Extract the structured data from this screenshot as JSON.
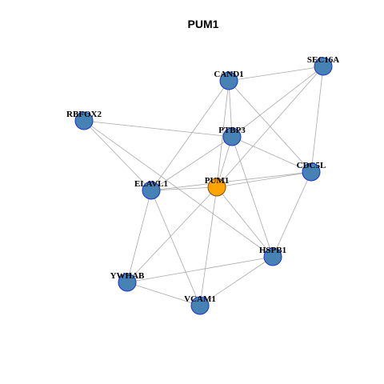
{
  "title": "PUM1",
  "colors": {
    "background": "#ffffff",
    "edge": "#a9a9a9",
    "node_default": "#4682b4",
    "node_center": "#ffa500",
    "node_border_default": "#1c2fd1",
    "node_border_center": "#8b4513",
    "label": "#000000"
  },
  "nodes": [
    {
      "id": "PUM1",
      "label": "PUM1",
      "center": true
    },
    {
      "id": "CAND1",
      "label": "CAND1",
      "center": false
    },
    {
      "id": "SEC16A",
      "label": "SEC16A",
      "center": false
    },
    {
      "id": "RBFOX2",
      "label": "RBFOX2",
      "center": false
    },
    {
      "id": "PTBP3",
      "label": "PTBP3",
      "center": false
    },
    {
      "id": "CDC5L",
      "label": "CDC5L",
      "center": false
    },
    {
      "id": "ELAVL1",
      "label": "ELAVL1",
      "center": false
    },
    {
      "id": "HSPB1",
      "label": "HSPB1",
      "center": false
    },
    {
      "id": "YWHAB",
      "label": "YWHAB",
      "center": false
    },
    {
      "id": "VCAM1",
      "label": "VCAM1",
      "center": false
    }
  ],
  "edges": [
    [
      "CAND1",
      "SEC16A"
    ],
    [
      "CAND1",
      "PTBP3"
    ],
    [
      "CAND1",
      "PUM1"
    ],
    [
      "CAND1",
      "ELAVL1"
    ],
    [
      "CAND1",
      "CDC5L"
    ],
    [
      "SEC16A",
      "PTBP3"
    ],
    [
      "SEC16A",
      "PUM1"
    ],
    [
      "SEC16A",
      "CDC5L"
    ],
    [
      "RBFOX2",
      "PTBP3"
    ],
    [
      "RBFOX2",
      "ELAVL1"
    ],
    [
      "RBFOX2",
      "HSPB1"
    ],
    [
      "PTBP3",
      "ELAVL1"
    ],
    [
      "PTBP3",
      "PUM1"
    ],
    [
      "PTBP3",
      "CDC5L"
    ],
    [
      "PTBP3",
      "HSPB1"
    ],
    [
      "CDC5L",
      "ELAVL1"
    ],
    [
      "CDC5L",
      "PUM1"
    ],
    [
      "CDC5L",
      "HSPB1"
    ],
    [
      "ELAVL1",
      "PUM1"
    ],
    [
      "ELAVL1",
      "YWHAB"
    ],
    [
      "ELAVL1",
      "VCAM1"
    ],
    [
      "PUM1",
      "YWHAB"
    ],
    [
      "PUM1",
      "VCAM1"
    ],
    [
      "PUM1",
      "HSPB1"
    ],
    [
      "HSPB1",
      "YWHAB"
    ],
    [
      "HSPB1",
      "VCAM1"
    ],
    [
      "YWHAB",
      "VCAM1"
    ]
  ]
}
